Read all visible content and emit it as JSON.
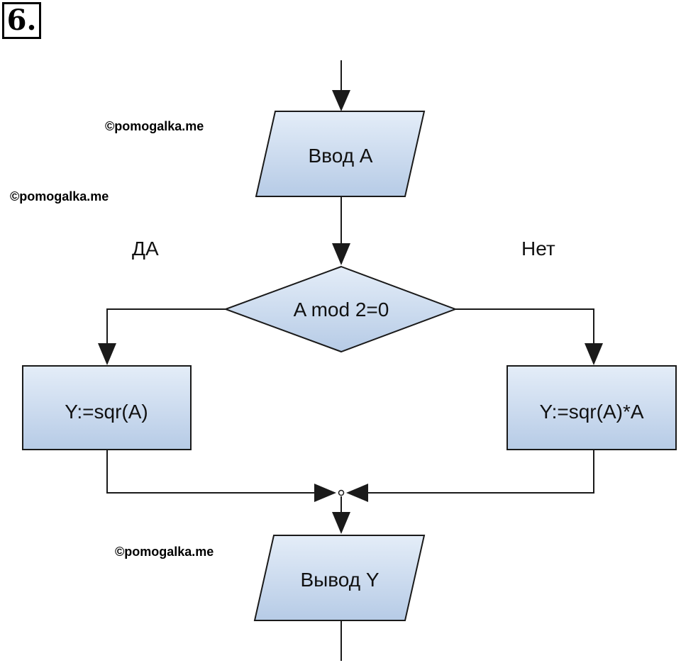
{
  "problem": {
    "number": "6."
  },
  "watermarks": [
    "©pomogalka.me",
    "©pomogalka.me",
    "©pomogalka.me"
  ],
  "flowchart": {
    "input_block": "Ввод A",
    "condition": "A mod 2=0",
    "yes_label": "ДА",
    "no_label": "Нет",
    "yes_action": "Y:=sqr(A)",
    "no_action": "Y:=sqr(A)*A",
    "output_block": "Вывод Y"
  },
  "colors": {
    "block_fill_top": "#e4edf8",
    "block_fill_bottom": "#b6cbe6",
    "stroke": "#1a1a1a"
  }
}
